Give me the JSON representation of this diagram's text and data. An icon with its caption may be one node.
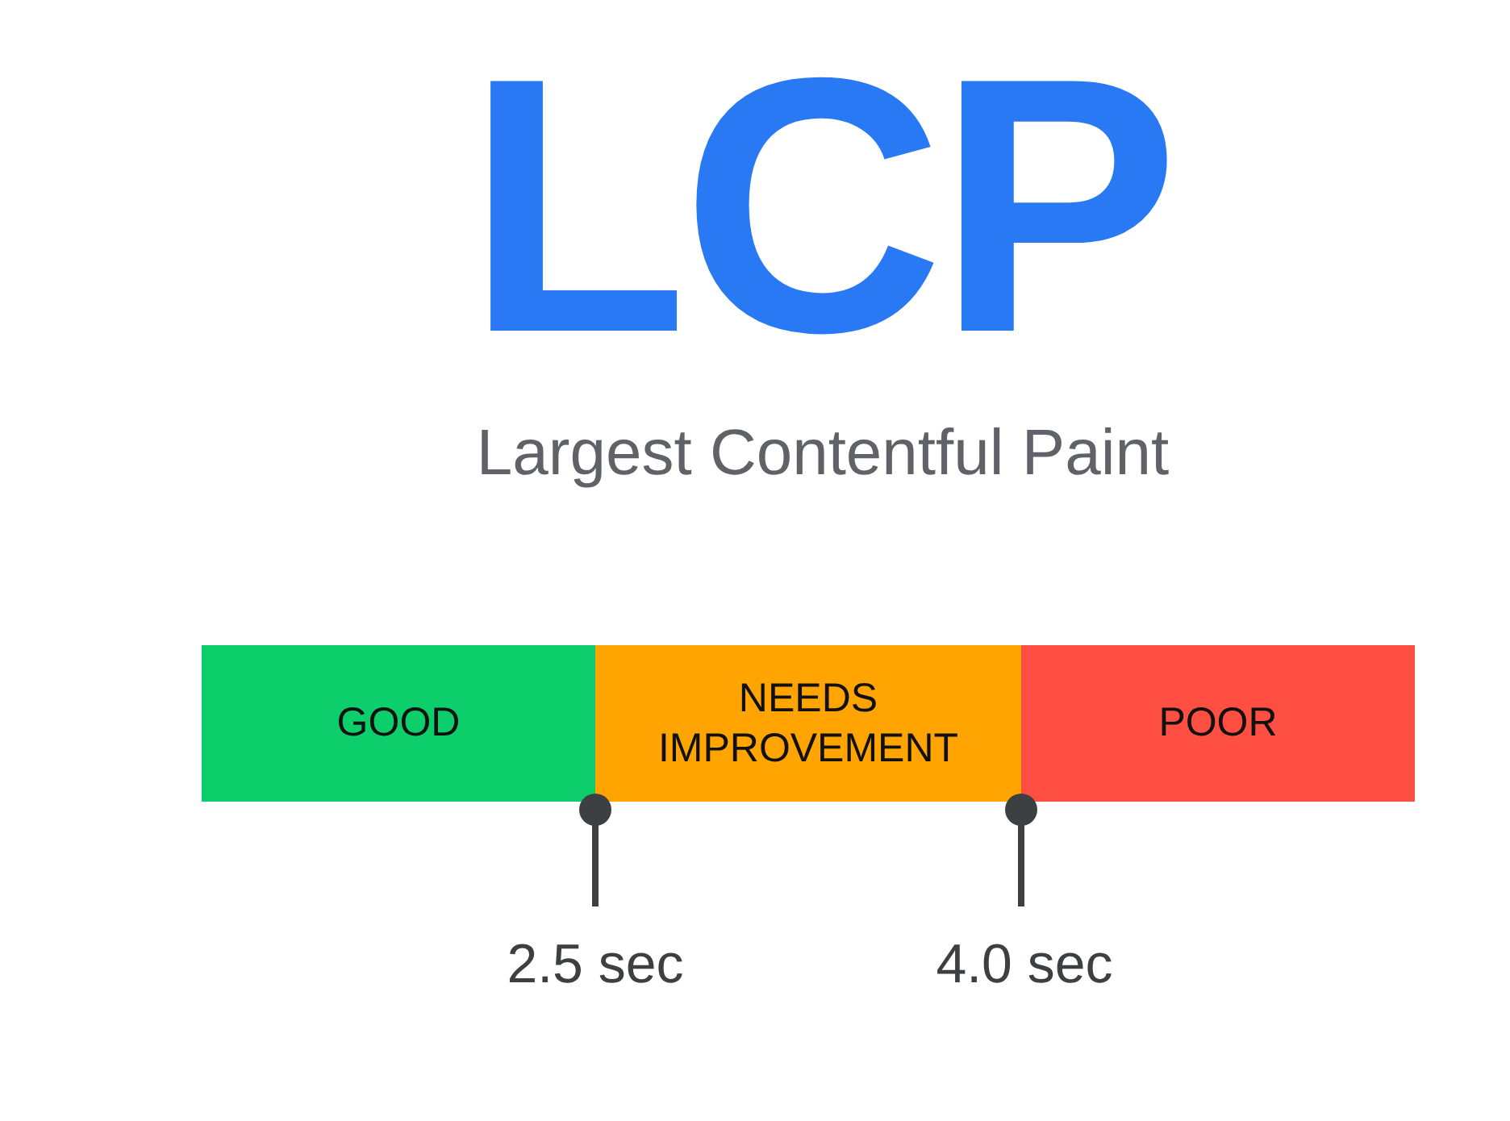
{
  "diagram": {
    "title": "LCP",
    "nodes": [
      {
        "text": [
          "GOOD"
        ]
      },
      {
        "text": [
          "NEEDS IMPROVEMENT"
        ]
      },
      {
        "text": [
          "POOR"
        ]
      }
    ],
    "labels": [
      "Largest Contentful Paint",
      "2.5 sec",
      "4.0 sec"
    ]
  }
}
